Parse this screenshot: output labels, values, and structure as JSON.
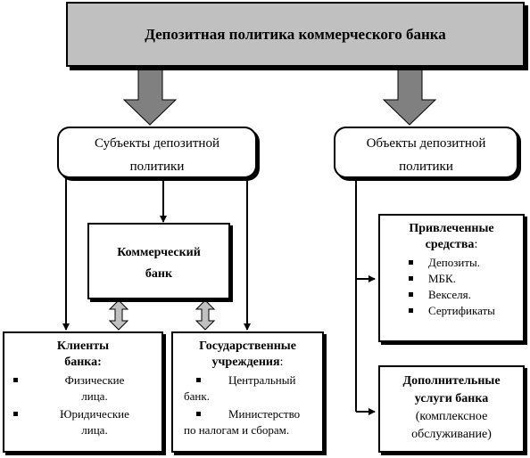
{
  "title": "Депозитная политика коммерческого банка",
  "subjects": {
    "line1": "Субъекты депозитной",
    "line2": "политики"
  },
  "objects": {
    "line1": "Объекты депозитной",
    "line2": "политики"
  },
  "bank": {
    "line1": "Коммерческий",
    "line2": "банк"
  },
  "clients": {
    "title1": "Клиенты",
    "title2": "банка:",
    "items": [
      {
        "line1": "Физические",
        "line2": "лица."
      },
      {
        "line1": "Юридические",
        "line2": "лица."
      }
    ]
  },
  "gov": {
    "title1": "Государственные",
    "title2": "учреждения",
    "colon": ":",
    "items": [
      {
        "line1": "Центральный",
        "line2": "банк."
      },
      {
        "line1": "Министерство",
        "line2": "по налогам и сборам."
      }
    ]
  },
  "attracted": {
    "title1": "Привлеченные",
    "title2": "средства",
    "colon": ":",
    "items": [
      "Депозиты.",
      "МБК.",
      "Векселя.",
      "Сертификаты"
    ]
  },
  "extra": {
    "title1": "Дополнительные",
    "title2": "услуги банка",
    "line3": "(комплексное",
    "line4": "обслуживание)"
  }
}
